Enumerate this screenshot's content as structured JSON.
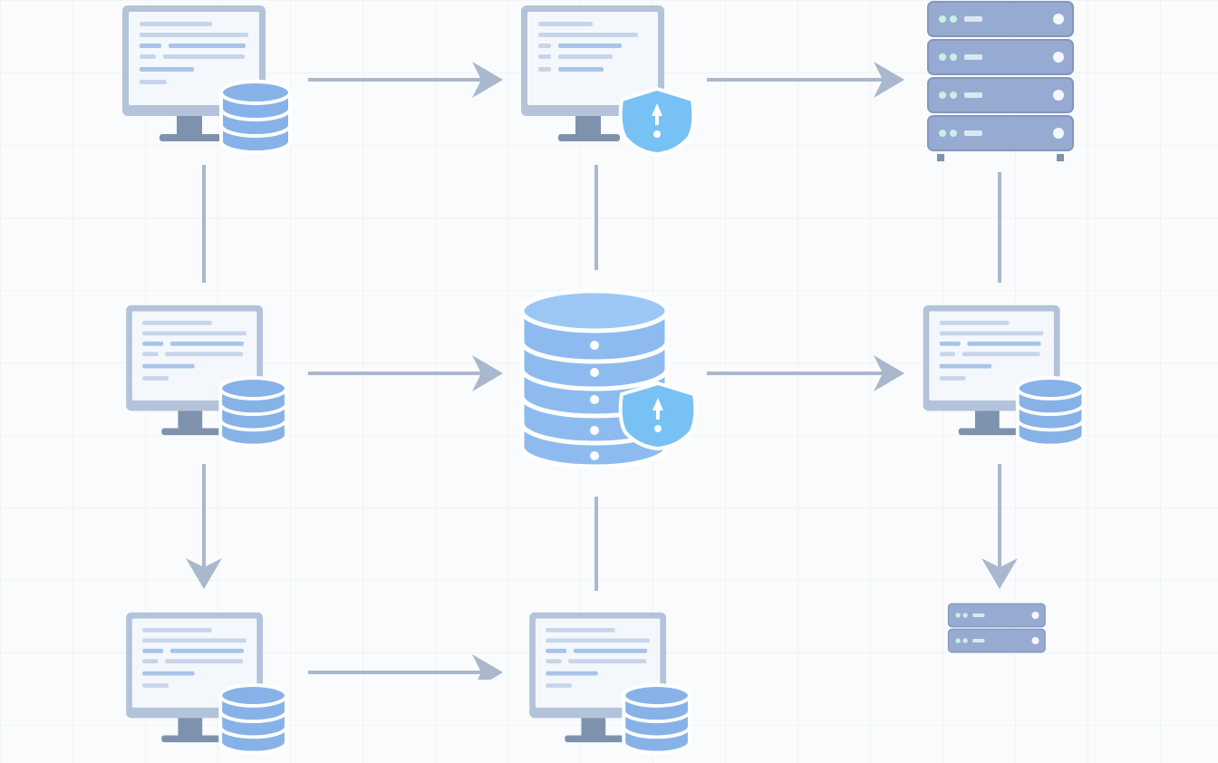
{
  "colors": {
    "line": "#a9b8cc",
    "monitor_frame": "#b3c3d9",
    "monitor_screen": "#f4f8fd",
    "monitor_stand": "#7e92ad",
    "screen_text": "#c6d5ea",
    "screen_text_accent": "#a9c4ea",
    "db_fill": "#86b2e8",
    "db_fill_large": "#8dbbef",
    "db_outline": "#ffffff",
    "shield_fill": "#78c1f5",
    "server_fill": "#97abd2",
    "server_led": "#c9f0e3",
    "server_dot": "#f4f7fb"
  },
  "diagram": {
    "nodes": [
      {
        "id": "workstation-db-top-left",
        "icon": "monitor-database-icon"
      },
      {
        "id": "workstation-shield-top-center",
        "icon": "monitor-shield-icon"
      },
      {
        "id": "server-rack-top-right",
        "icon": "server-rack-icon"
      },
      {
        "id": "workstation-db-middle-left",
        "icon": "monitor-database-icon"
      },
      {
        "id": "central-database",
        "icon": "database-shield-icon"
      },
      {
        "id": "workstation-db-middle-right",
        "icon": "monitor-database-icon"
      },
      {
        "id": "workstation-db-bottom-left",
        "icon": "monitor-database-icon"
      },
      {
        "id": "workstation-db-bottom-center",
        "icon": "monitor-database-icon"
      },
      {
        "id": "server-rack-bottom-right",
        "icon": "server-rack-icon"
      }
    ],
    "connections": [
      {
        "from": "workstation-db-top-left",
        "to": "workstation-shield-top-center",
        "arrow": true
      },
      {
        "from": "workstation-shield-top-center",
        "to": "server-rack-top-right",
        "arrow": true
      },
      {
        "from": "workstation-db-middle-left",
        "to": "central-database",
        "arrow": true
      },
      {
        "from": "central-database",
        "to": "workstation-db-middle-right",
        "arrow": true
      },
      {
        "from": "workstation-db-bottom-left",
        "to": "workstation-db-bottom-center",
        "arrow": true
      },
      {
        "from": "workstation-db-bottom-center",
        "to": "server-rack-bottom-right",
        "arrow": true
      },
      {
        "from": "workstation-db-top-left",
        "to": "workstation-db-middle-left",
        "arrow": false
      },
      {
        "from": "workstation-shield-top-center",
        "to": "central-database",
        "arrow": false
      },
      {
        "from": "server-rack-top-right",
        "to": "workstation-db-middle-right",
        "arrow": false
      },
      {
        "from": "workstation-db-middle-left",
        "to": "workstation-db-bottom-left",
        "arrow": true
      },
      {
        "from": "central-database",
        "to": "workstation-db-bottom-center",
        "arrow": false
      },
      {
        "from": "workstation-db-middle-right",
        "to": "server-rack-bottom-right",
        "arrow": true
      }
    ]
  }
}
